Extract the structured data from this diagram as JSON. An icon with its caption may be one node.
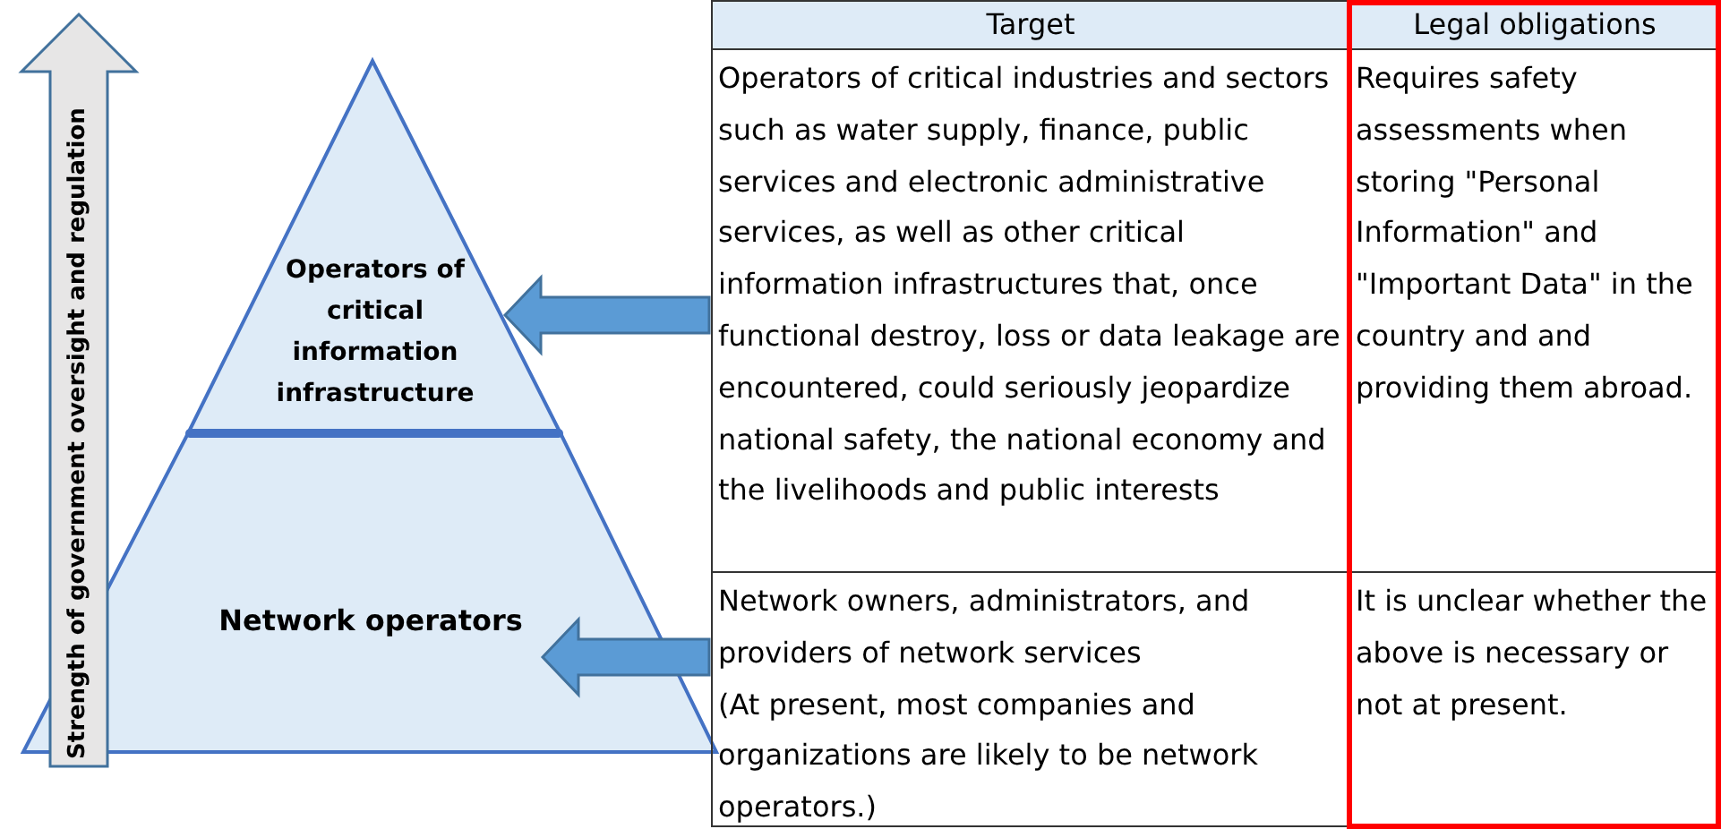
{
  "diagram": {
    "nodes": [
      {
        "text": [
          "Operators of critical information infrastructure"
        ]
      },
      {
        "text": [
          "Network operators"
        ]
      },
      {
        "text": [
          "Operators of critical industries and sectors such as water supply, finance, public services and electronic administrative services, as well as other critical information infrastructures that, once functional destroy, loss or data leakage are encountered, could seriously jeopardize national safety, the national economy and the livelihoods and public interests"
        ]
      },
      {
        "text": [
          "Network owners, administrators, and providers of network services",
          "(At present, most companies and organizations are likely to be network operators.)"
        ]
      }
    ],
    "edges": [
      {
        "from": 2,
        "to": 0,
        "arrow": "to"
      },
      {
        "from": 3,
        "to": 1,
        "arrow": "to"
      }
    ],
    "labels": [
      "Strength of government oversight and regulation",
      "Target",
      "Legal obligations",
      "Requires safety assessments when storing \"Personal Information\" and \"Important Data\" in the country and and providing them abroad.",
      "It is unclear whether the above is necessary or not at present."
    ]
  }
}
